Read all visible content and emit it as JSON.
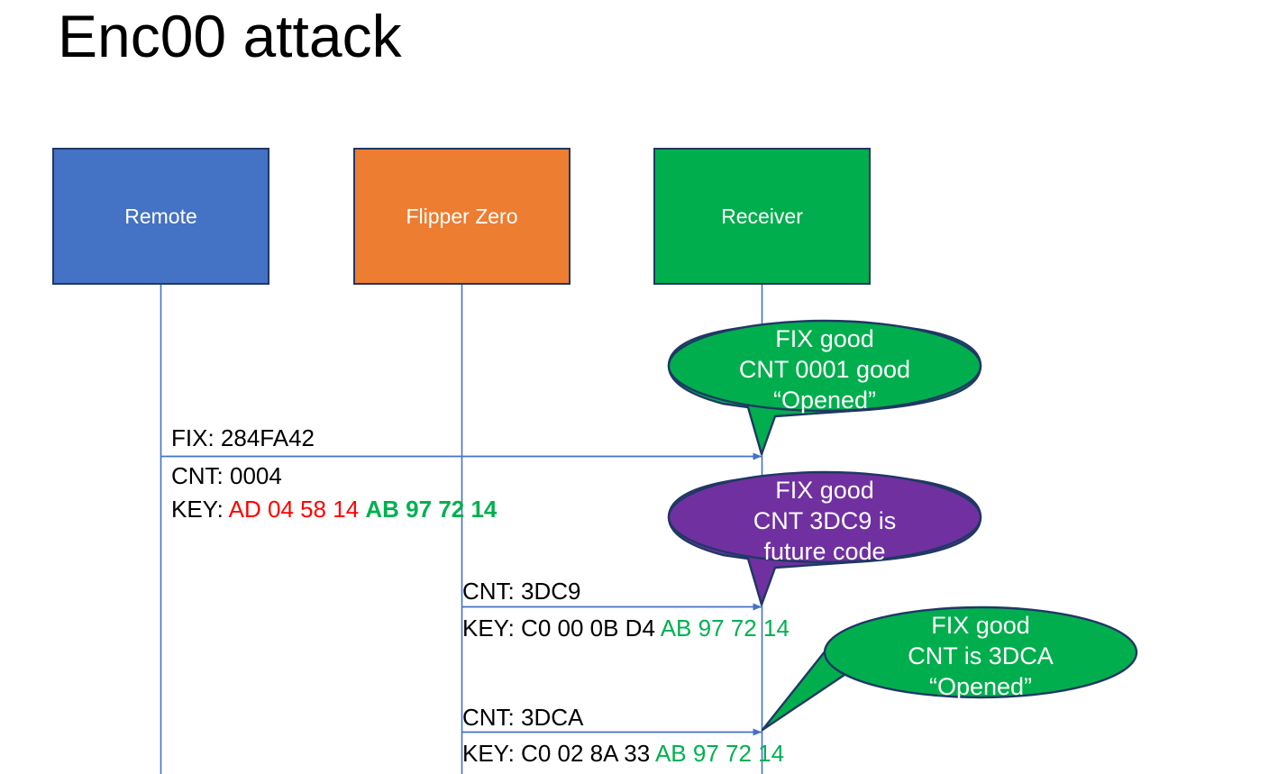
{
  "slide": {
    "title": "Enc00 attack",
    "background": "#FFFFFF"
  },
  "colors": {
    "remote": "#4472C4",
    "flipper": "#ED7D31",
    "receiver": "#00AE4D",
    "bubble_good": "#00AE4D",
    "bubble_future": "#7030A0",
    "outline": "#1F3864",
    "lifeline": "#4472C4",
    "key_red": "#FF0000",
    "key_green": "#00B050",
    "text": "#000000"
  },
  "actors": [
    {
      "id": "remote",
      "label": "Remote",
      "color": "#4472C4"
    },
    {
      "id": "flipper",
      "label": "Flipper Zero",
      "color": "#ED7D31"
    },
    {
      "id": "receiver",
      "label": "Receiver",
      "color": "#00AE4D"
    }
  ],
  "messages": [
    {
      "id": "msg1",
      "from": "remote",
      "to": "receiver",
      "fix_label": "FIX: 284FA42",
      "cnt_label": "CNT: 0004",
      "key_prefix": "KEY: ",
      "key_part_red": "AD 04 58 14",
      "key_part_green": "AB 97 72 14"
    },
    {
      "id": "msg2",
      "from": "flipper",
      "to": "receiver",
      "cnt_label": "CNT: 3DC9",
      "key_prefix": "KEY: C0 00 0B D4 ",
      "key_part_green": "AB 97 72 14"
    },
    {
      "id": "msg3",
      "from": "flipper",
      "to": "receiver",
      "cnt_label": "CNT: 3DCA",
      "key_prefix": "KEY: C0 02 8A 33 ",
      "key_part_green": "AB 97 72 14"
    }
  ],
  "bubbles": [
    {
      "id": "bubble1",
      "color": "#00AE4D",
      "line1": "FIX good",
      "line2": "CNT 0001 good",
      "line3": "“Opened”"
    },
    {
      "id": "bubble2",
      "color": "#7030A0",
      "line1": "FIX good",
      "line2": "CNT 3DC9 is",
      "line3": "future code"
    },
    {
      "id": "bubble3",
      "color": "#00AE4D",
      "line1": "FIX good",
      "line2": "CNT is 3DCA",
      "line3": "“Opened”"
    }
  ]
}
